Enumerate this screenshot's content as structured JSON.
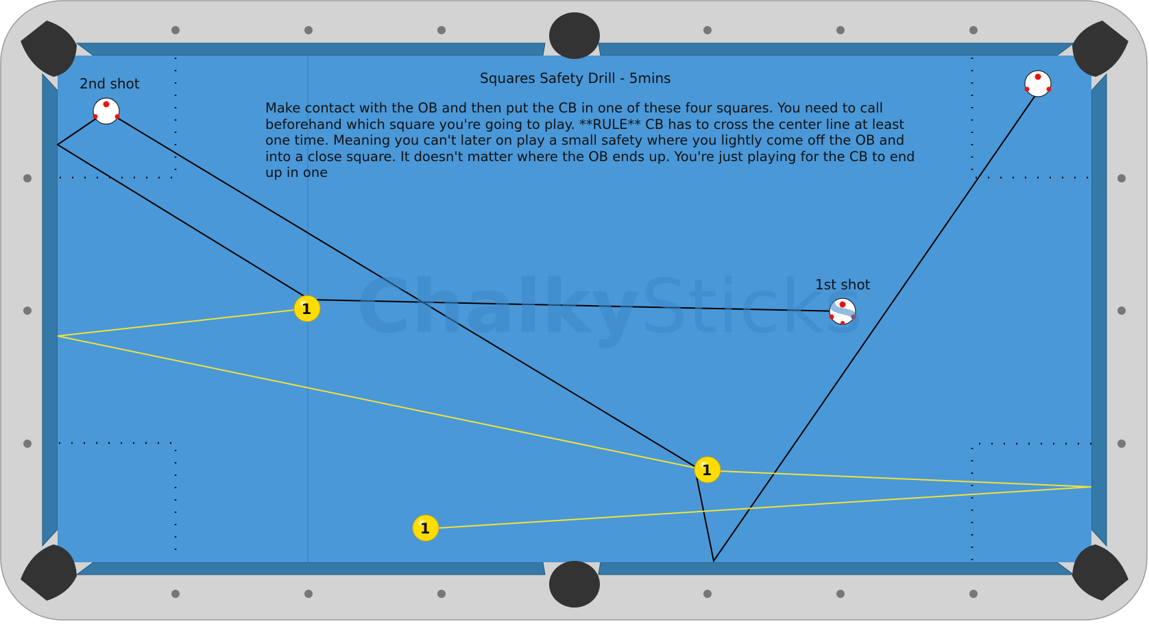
{
  "diagram": {
    "title": "Squares Safety Drill - 5mins",
    "description": "Make contact with the OB and then put the CB in one of these four squares. You need to call beforehand which square you're going to play. **RULE** CB has to cross the center line at least one time. Meaning you can't later on play a small safety where you lightly come off the OB and into a close square. It doesn't matter where the OB ends up. You're just playing for the CB to end up in one",
    "watermark": {
      "bold": "Chalky",
      "light": "Sticks"
    },
    "labels": {
      "first_shot": "1st shot",
      "second_shot": "2nd shot"
    },
    "object_ball_number": "1"
  },
  "colors": {
    "rail": "#d3d3d3",
    "cushion": "#3579a8",
    "felt": "#4a98d8",
    "pocket": "#333333",
    "object_ball": "#ffdd00",
    "cue_ball": "#ffffff",
    "cue_path": "#000000",
    "object_path": "#f2e23a"
  }
}
